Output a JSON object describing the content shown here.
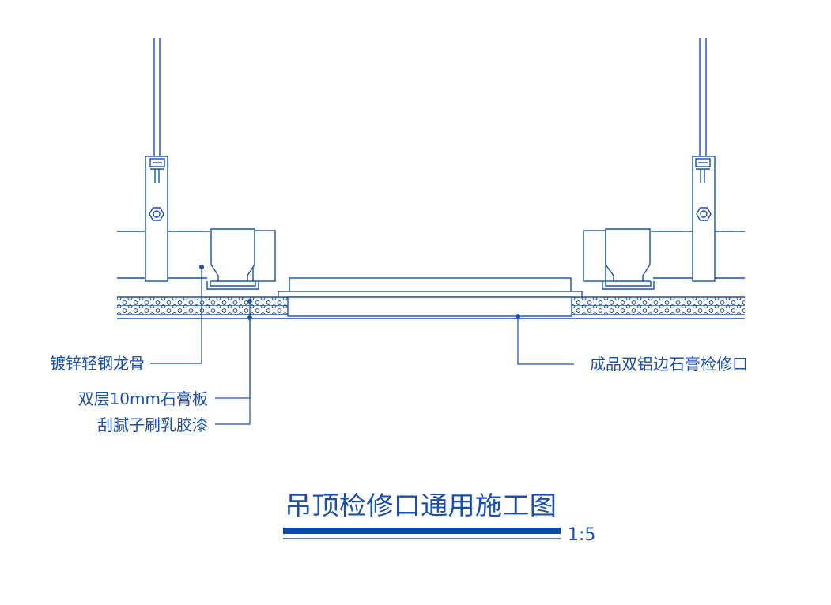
{
  "callouts": {
    "keel": "镀锌轻钢龙骨",
    "board": "双层10mm石膏板",
    "finish": "刮腻子刷乳胶漆",
    "access_panel": "成品双铝边石膏检修口"
  },
  "title": {
    "text": "吊顶检修口通用施工图",
    "scale": "1:5"
  },
  "colors": {
    "line": "#1a4fb0",
    "title_bar": "#0a4aa8",
    "background": "#ffffff"
  }
}
